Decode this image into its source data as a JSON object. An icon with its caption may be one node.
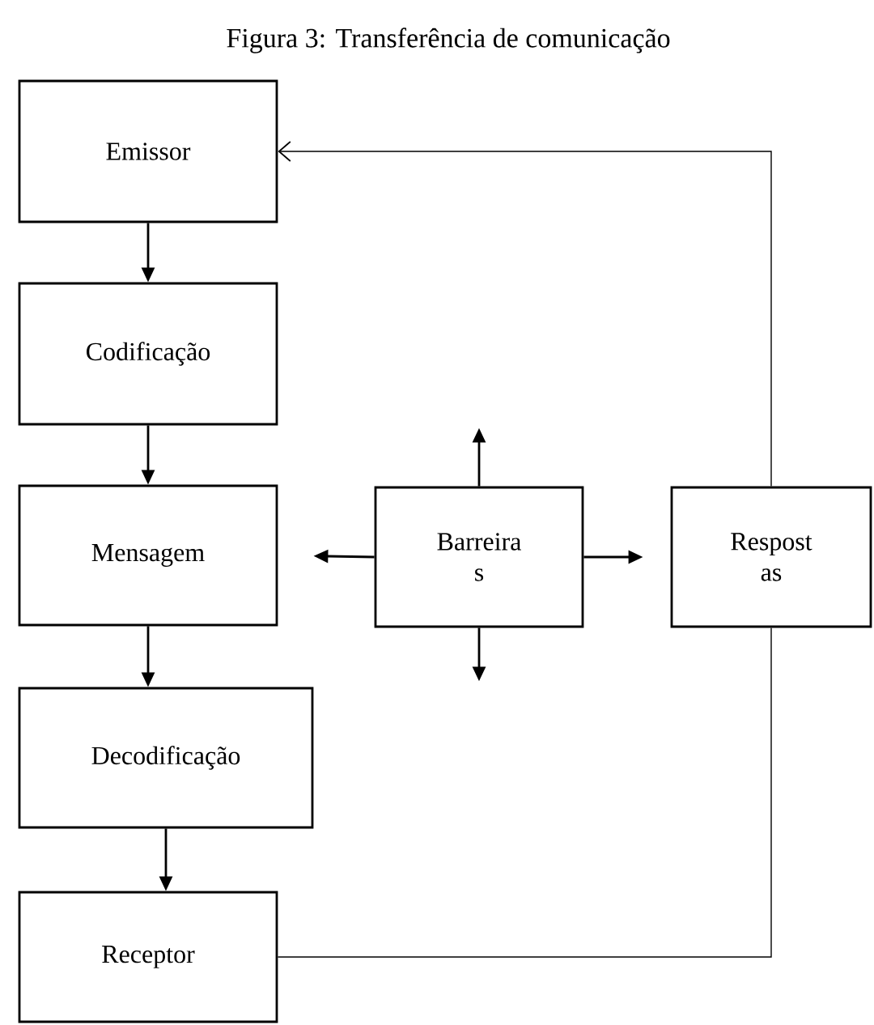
{
  "diagram": {
    "title": "Figura 3: Transferência de comunicação",
    "nodes": [
      {
        "text": [
          "Emissor"
        ]
      },
      {
        "text": [
          "Codificação"
        ]
      },
      {
        "text": [
          "Mensagem"
        ]
      },
      {
        "text": [
          "Barreira s"
        ]
      },
      {
        "text": [
          "Respost as"
        ]
      },
      {
        "text": [
          "Decodificação"
        ]
      },
      {
        "text": [
          "Receptor"
        ]
      }
    ],
    "edges": [
      {
        "from": 0,
        "to": 1,
        "arrow": "to"
      },
      {
        "from": 1,
        "to": 2,
        "arrow": "to"
      },
      {
        "from": 2,
        "to": 5,
        "arrow": "to"
      },
      {
        "from": 5,
        "to": 6,
        "arrow": "to"
      },
      {
        "from": 3,
        "to": 2,
        "arrow": "to"
      },
      {
        "from": 3,
        "to": 4,
        "arrow": "to"
      },
      {
        "from": 3,
        "to": null,
        "arrow": "to"
      },
      {
        "from": 3,
        "to": null,
        "arrow": "to"
      },
      {
        "from": 6,
        "to": 4,
        "arrow": "none"
      },
      {
        "from": 4,
        "to": 0,
        "arrow": "to"
      }
    ]
  }
}
